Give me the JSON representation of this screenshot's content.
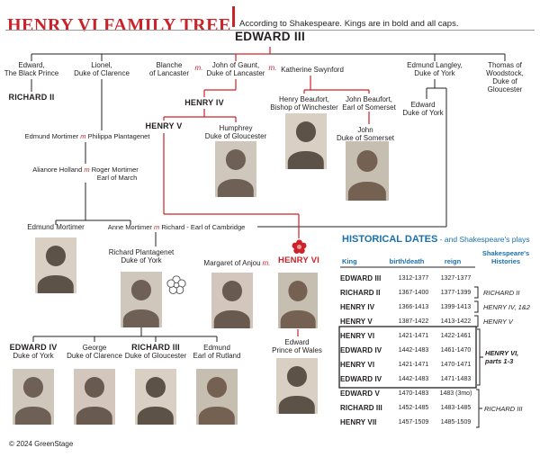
{
  "header": {
    "title": "HENRY VI FAMILY TREE",
    "subtitle": "According to Shakespeare. Kings are in bold and all caps."
  },
  "labels": {
    "marriage": "m.",
    "m": "m"
  },
  "icons": {
    "red_rose": "red-rose-icon",
    "white_rose": "white-rose-icon"
  },
  "people": {
    "edward_iii": {
      "name": "EDWARD III"
    },
    "edward_black_prince": {
      "line1": "Edward,",
      "line2": "The Black Prince"
    },
    "richard_ii": {
      "name": "RICHARD II"
    },
    "lionel": {
      "line1": "Lionel,",
      "line2": "Duke of Clarence"
    },
    "blanche": {
      "line1": "Blanche",
      "line2": "of Lancaster"
    },
    "john_of_gaunt": {
      "line1": "John of Gaunt,",
      "line2": "Duke of Lancaster"
    },
    "katherine": {
      "name": "Katherine Swynford"
    },
    "edmund_langley": {
      "line1": "Edmund Langley,",
      "line2": "Duke of York"
    },
    "thomas": {
      "line1": "Thomas of",
      "line2": "Woodstock,",
      "line3": "Duke of",
      "line4": "Gloucester"
    },
    "henry_iv": {
      "name": "HENRY IV"
    },
    "henry_v": {
      "name": "HENRY V"
    },
    "humphrey": {
      "line1": "Humphrey",
      "line2": "Duke of Gloucester"
    },
    "henry_beaufort": {
      "line1": "Henry Beaufort,",
      "line2": "Bishop of Winchester"
    },
    "john_beaufort": {
      "line1": "John Beaufort,",
      "line2": "Earl of Somerset"
    },
    "john_somerset": {
      "line1": "John",
      "line2": "Duke of Somerset"
    },
    "edward_duke_york": {
      "line1": "Edward",
      "line2": "Duke of York"
    },
    "edmund_philippa": {
      "left": "Edmund Mortimer",
      "right": "Philippa Plantagenet"
    },
    "alianore_roger": {
      "left": "Alianore Holland",
      "right": "Roger Mortimer",
      "line2": "Earl of March"
    },
    "edmund_mortimer": {
      "name": "Edmund Mortimer"
    },
    "anne_richard": {
      "left": "Anne Mortimer",
      "right": "Richard - Earl of Cambridge"
    },
    "richard_plantagenet": {
      "line1": "Richard Plantagenet",
      "line2": "Duke of York"
    },
    "margaret": {
      "name": "Margaret of Anjou"
    },
    "henry_vi": {
      "name": "HENRY VI"
    },
    "edward_pow": {
      "line1": "Edward",
      "line2": "Prince of Wales"
    },
    "edward_iv": {
      "line1": "EDWARD IV",
      "line2": "Duke of York"
    },
    "george": {
      "line1": "George",
      "line2": "Duke of Clarence"
    },
    "richard_iii": {
      "line1": "RICHARD III",
      "line2": "Duke of Gloucester"
    },
    "edmund_rutland": {
      "line1": "Edmund",
      "line2": "Earl of Rutland"
    }
  },
  "dates_panel": {
    "title_strong": "HISTORICAL DATES",
    "title_rest": " - and Shakespeare's plays",
    "columns": {
      "king": "King",
      "birth": "birth/death",
      "reign": "reign",
      "plays1": "Shakespeare's",
      "plays2": "Histories"
    },
    "rows": [
      {
        "king": "EDWARD III",
        "birth": "1312-1377",
        "reign": "1327-1377"
      },
      {
        "king": "RICHARD II",
        "birth": "1367-1400",
        "reign": "1377-1399"
      },
      {
        "king": "HENRY IV",
        "birth": "1366-1413",
        "reign": "1399-1413"
      },
      {
        "king": "HENRY V",
        "birth": "1387-1422",
        "reign": "1413-1422"
      },
      {
        "king": "HENRY VI",
        "birth": "1421-1471",
        "reign": "1422-1461"
      },
      {
        "king": "EDWARD IV",
        "birth": "1442-1483",
        "reign": "1461-1470"
      },
      {
        "king": "HENRY VI",
        "birth": "1421-1471",
        "reign": "1470-1471"
      },
      {
        "king": "EDWARD IV",
        "birth": "1442-1483",
        "reign": "1471-1483"
      },
      {
        "king": "EDWARD V",
        "birth": "1470-1483",
        "reign": "1483 (3mo)"
      },
      {
        "king": "RICHARD III",
        "birth": "1452-1485",
        "reign": "1483-1485"
      },
      {
        "king": "HENRY VII",
        "birth": "1457-1509",
        "reign": "1485-1509"
      }
    ],
    "plays": {
      "richard_ii": "RICHARD II",
      "henry_iv": "HENRY IV, 1&2",
      "henry_v": "HENRY V",
      "henry_vi_1": "HENRY VI,",
      "henry_vi_2": "parts 1-3",
      "richard_iii": "RICHARD III"
    }
  },
  "footer": {
    "copyright": "© 2024 GreenStage"
  }
}
